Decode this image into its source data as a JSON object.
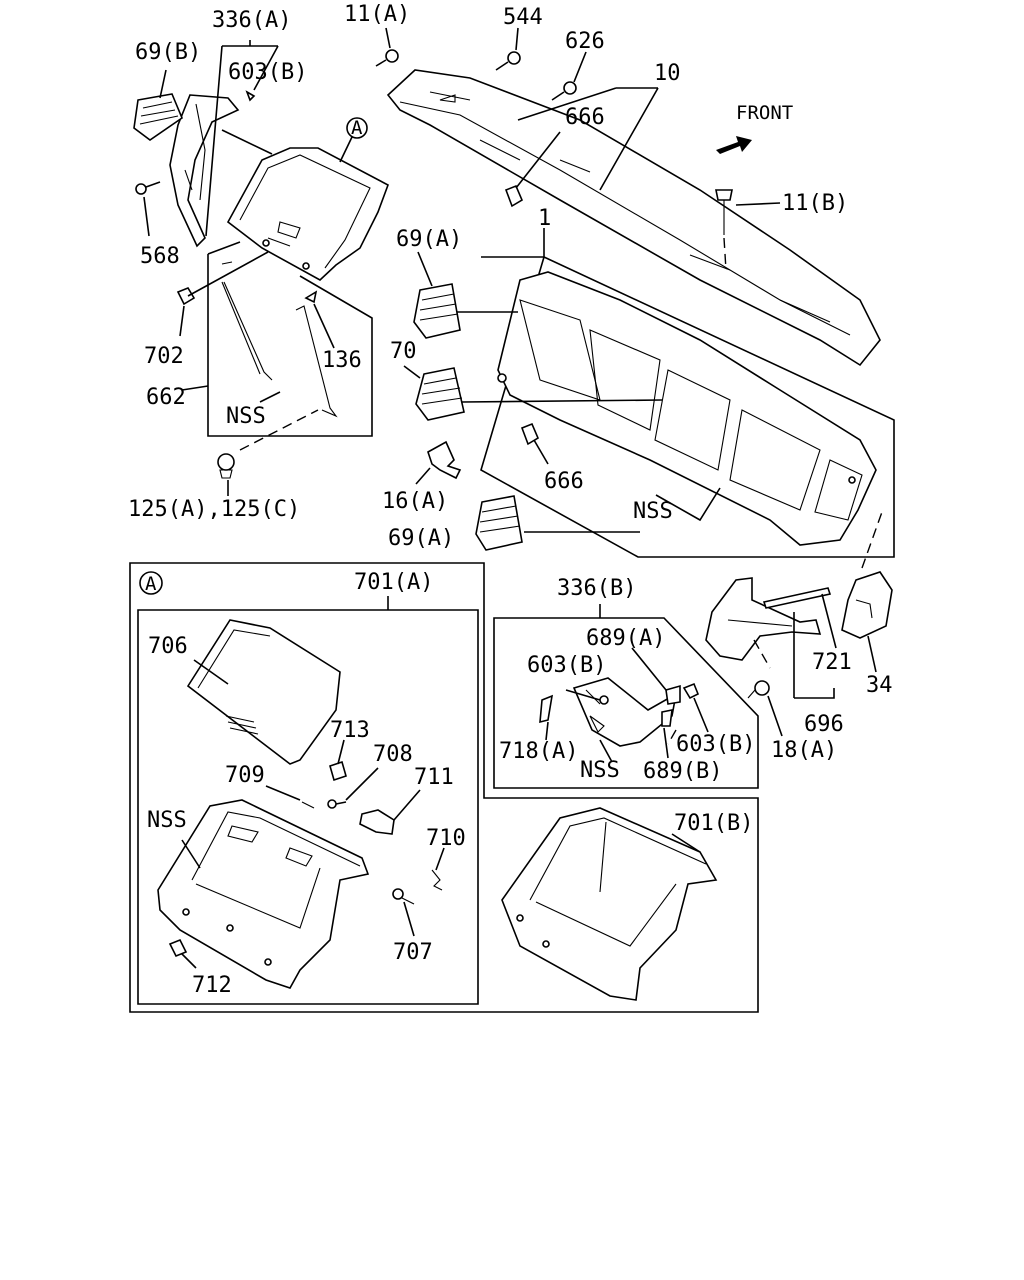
{
  "labels": {
    "l_336a": "336(A)",
    "l_69b": "69(B)",
    "l_603b_top": "603(B)",
    "l_568": "568",
    "l_11a": "11(A)",
    "l_544": "544",
    "l_626": "626",
    "l_10": "10",
    "l_666_top": "666",
    "l_front": "FRONT",
    "l_11b": "11(B)",
    "l_circle_a": "A",
    "l_69a_top": "69(A)",
    "l_1": "1",
    "l_702": "702",
    "l_136": "136",
    "l_70": "70",
    "l_662": "662",
    "l_nss_left": "NSS",
    "l_666_mid": "666",
    "l_16a": "16(A)",
    "l_nss_mid": "NSS",
    "l_125": "125(A),125(C)",
    "l_69a_bot": "69(A)",
    "l_box_a": "A",
    "l_701a": "701(A)",
    "l_706": "706",
    "l_713": "713",
    "l_708": "708",
    "l_709": "709",
    "l_711": "711",
    "l_nss_box": "NSS",
    "l_710": "710",
    "l_707": "707",
    "l_712": "712",
    "l_336b": "336(B)",
    "l_689a": "689(A)",
    "l_603b_mid": "603(B)",
    "l_718a": "718(A)",
    "l_nss_336b": "NSS",
    "l_603b_r": "603(B)",
    "l_689b": "689(B)",
    "l_721": "721",
    "l_34": "34",
    "l_696": "696",
    "l_18a": "18(A)",
    "l_701b": "701(B)"
  }
}
